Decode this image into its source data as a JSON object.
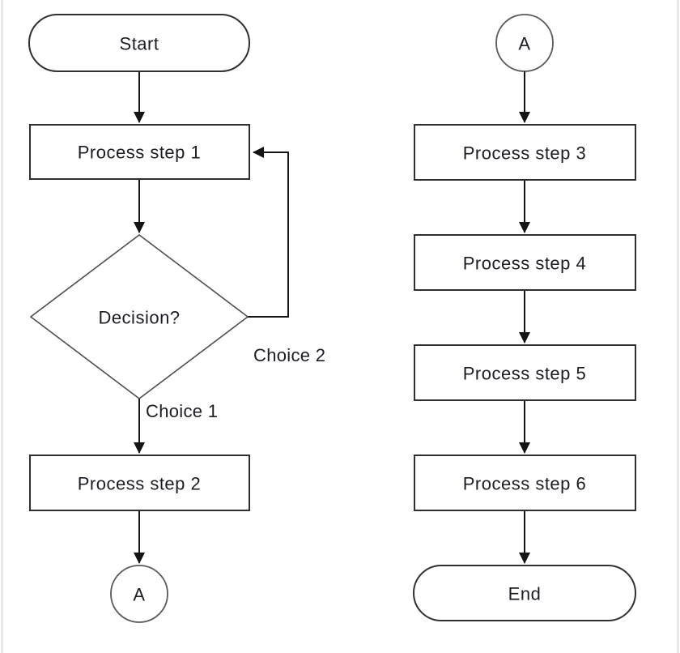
{
  "canvas": {
    "background": "#ffffff",
    "edge_line_color": "#d4d4d4"
  },
  "flowchart": {
    "colors": {
      "shape_stroke": "#2f2f2f",
      "arrow": "#141414",
      "text": "#1c1c24"
    },
    "nodes": {
      "start": {
        "type": "terminator",
        "label": "Start"
      },
      "p1": {
        "type": "process",
        "label": "Process step 1"
      },
      "decision": {
        "type": "decision",
        "label": "Decision?"
      },
      "p2": {
        "type": "process",
        "label": "Process step 2"
      },
      "a_out": {
        "type": "connector",
        "label": "A"
      },
      "a_in": {
        "type": "connector",
        "label": "A"
      },
      "p3": {
        "type": "process",
        "label": "Process step 3"
      },
      "p4": {
        "type": "process",
        "label": "Process step 4"
      },
      "p5": {
        "type": "process",
        "label": "Process step 5"
      },
      "p6": {
        "type": "process",
        "label": "Process step 6"
      },
      "end": {
        "type": "terminator",
        "label": "End"
      }
    },
    "edge_labels": {
      "choice1": "Choice 1",
      "choice2": "Choice 2"
    }
  }
}
